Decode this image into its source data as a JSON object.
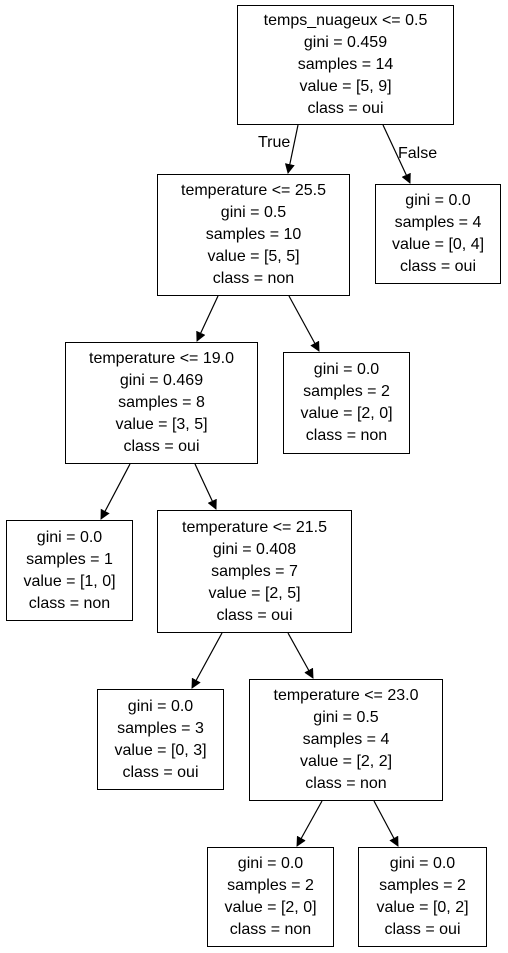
{
  "nodes": {
    "root": {
      "split": "temps_nuageux <= 0.5",
      "gini": "gini = 0.459",
      "samples": "samples = 14",
      "value": "value = [5, 9]",
      "class": "class = oui"
    },
    "n1": {
      "split": "temperature <= 25.5",
      "gini": "gini = 0.5",
      "samples": "samples = 10",
      "value": "value = [5, 5]",
      "class": "class = non"
    },
    "n2": {
      "gini": "gini = 0.0",
      "samples": "samples = 4",
      "value": "value = [0, 4]",
      "class": "class = oui"
    },
    "n3": {
      "split": "temperature <= 19.0",
      "gini": "gini = 0.469",
      "samples": "samples = 8",
      "value": "value = [3, 5]",
      "class": "class = oui"
    },
    "n4": {
      "gini": "gini = 0.0",
      "samples": "samples = 2",
      "value": "value = [2, 0]",
      "class": "class = non"
    },
    "n5": {
      "gini": "gini = 0.0",
      "samples": "samples = 1",
      "value": "value = [1, 0]",
      "class": "class = non"
    },
    "n6": {
      "split": "temperature <= 21.5",
      "gini": "gini = 0.408",
      "samples": "samples = 7",
      "value": "value = [2, 5]",
      "class": "class = oui"
    },
    "n7": {
      "gini": "gini = 0.0",
      "samples": "samples = 3",
      "value": "value = [0, 3]",
      "class": "class = oui"
    },
    "n8": {
      "split": "temperature <= 23.0",
      "gini": "gini = 0.5",
      "samples": "samples = 4",
      "value": "value = [2, 2]",
      "class": "class = non"
    },
    "n9": {
      "gini": "gini = 0.0",
      "samples": "samples = 2",
      "value": "value = [2, 0]",
      "class": "class = non"
    },
    "n10": {
      "gini": "gini = 0.0",
      "samples": "samples = 2",
      "value": "value = [0, 2]",
      "class": "class = oui"
    }
  },
  "edge_labels": {
    "true_label": "True",
    "false_label": "False"
  }
}
